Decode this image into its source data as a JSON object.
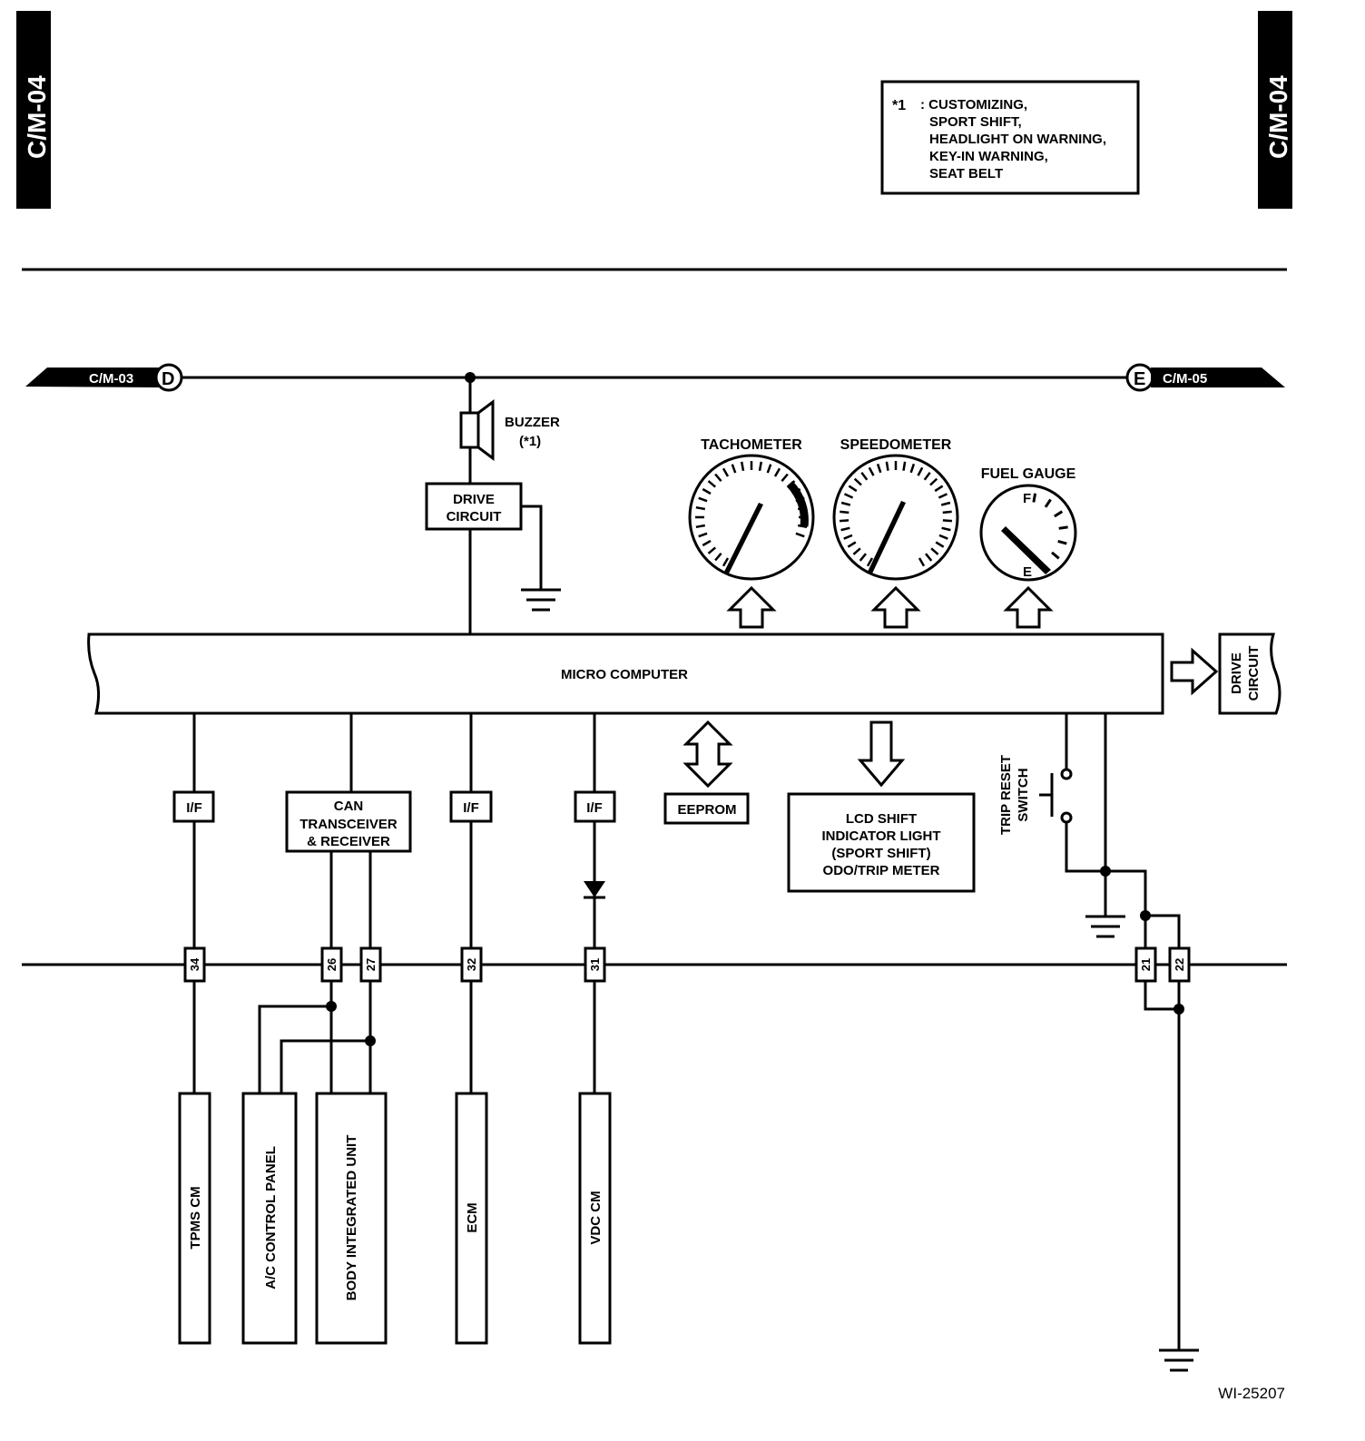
{
  "page": {
    "id_left": "C/M-04",
    "id_right": "C/M-04",
    "figure_code": "WI-25207"
  },
  "note": {
    "marker": "*1",
    "lines": [
      ": CUSTOMIZING,",
      "SPORT SHIFT,",
      "HEADLIGHT ON WARNING,",
      "KEY-IN WARNING,",
      "SEAT BELT"
    ]
  },
  "bus": {
    "left_ref": "C/M-03",
    "left_letter": "D",
    "right_ref": "C/M-05",
    "right_letter": "E"
  },
  "buzzer": {
    "label": "BUZZER",
    "note": "(*1)"
  },
  "drive_circuit_top": {
    "line1": "DRIVE",
    "line2": "CIRCUIT"
  },
  "drive_circuit_right": {
    "line1": "DRIVE",
    "line2": "CIRCUIT"
  },
  "gauges": {
    "tachometer": "TACHOMETER",
    "speedometer": "SPEEDOMETER",
    "fuel": "FUEL GAUGE",
    "fuel_full": "F",
    "fuel_empty": "E"
  },
  "micro_computer": "MICRO COMPUTER",
  "eeprom": "EEPROM",
  "lcd": {
    "lines": [
      "LCD SHIFT",
      "INDICATOR LIGHT",
      "(SPORT SHIFT)",
      "ODO/TRIP METER"
    ]
  },
  "interfaces": {
    "if_label": "I/F",
    "can": [
      "CAN",
      "TRANSCEIVER",
      "& RECEIVER"
    ]
  },
  "trip_switch": {
    "line1": "TRIP RESET",
    "line2": "SWITCH"
  },
  "pins": [
    "34",
    "26",
    "27",
    "32",
    "31",
    "21",
    "22"
  ],
  "modules": [
    "TPMS CM",
    "A/C CONTROL PANEL",
    "BODY INTEGRATED UNIT",
    "ECM",
    "VDC CM"
  ]
}
